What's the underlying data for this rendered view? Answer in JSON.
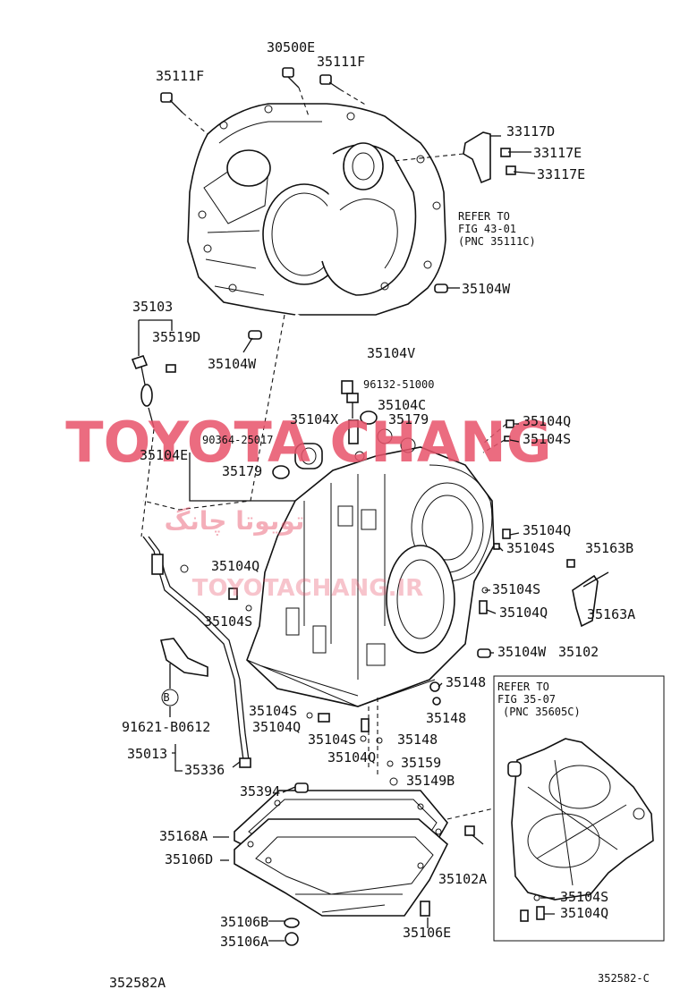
{
  "labels": {
    "l30500E": "30500E",
    "l35111F_left": "35111F",
    "l35111F_right": "35111F",
    "l33117D": "33117D",
    "l33117E_a": "33117E",
    "l33117E_b": "33117E",
    "refer_top_1": "REFER TO",
    "refer_top_2": "FIG 43-01",
    "refer_top_3": "(PNC 35111C)",
    "l35104W_top": "35104W",
    "l35103": "35103",
    "l35519D": "35519D",
    "l35104W_left": "35104W",
    "l35104V": "35104V",
    "l96132": "96132-51000",
    "l35104C": "35104C",
    "l35104X": "35104X",
    "l35179_a": "35179",
    "l35104Q_a": "35104Q",
    "l35104S_a": "35104S",
    "l90364": "90364-25017",
    "l35104E": "35104E",
    "l35179_b": "35179",
    "l35104Q_b": "35104Q",
    "l35104S_b": "35104S",
    "l35163B": "35163B",
    "l35104Q_c": "35104Q",
    "l35104S_c": "35104S",
    "l35104S_d": "35104S",
    "l35104Q_d": "35104Q",
    "l35163A": "35163A",
    "l35104W_mid": "35104W",
    "l35102": "35102",
    "l35148_a": "35148",
    "l35148_b": "35148",
    "refer_bot_1": "REFER TO",
    "refer_bot_2": "FIG 35-07",
    "refer_bot_3": "(PNC 35605C)",
    "l_b_circle": "B",
    "l91621": "91621-B0612",
    "l35104S_e": "35104S",
    "l35104Q_e": "35104Q",
    "l35104S_f": "35104S",
    "l35148_c": "35148",
    "l35013": "35013",
    "l35104Q_f": "35104Q",
    "l35159": "35159",
    "l35336": "35336",
    "l35149B": "35149B",
    "l35394": "35394",
    "l35168A": "35168A",
    "l35106D": "35106D",
    "l35102A": "35102A",
    "l35104S_g": "35104S",
    "l35104Q_g": "35104Q",
    "l35106B": "35106B",
    "l35106E": "35106E",
    "l35106A": "35106A",
    "l352582A": "352582A",
    "l352582C": "352582-C"
  },
  "watermark": {
    "main": "TOYOTA CHANG",
    "arabic": "تویوتا چانگ",
    "sub": "TOYOTACHANG.IR",
    "color": "#e8536b"
  }
}
